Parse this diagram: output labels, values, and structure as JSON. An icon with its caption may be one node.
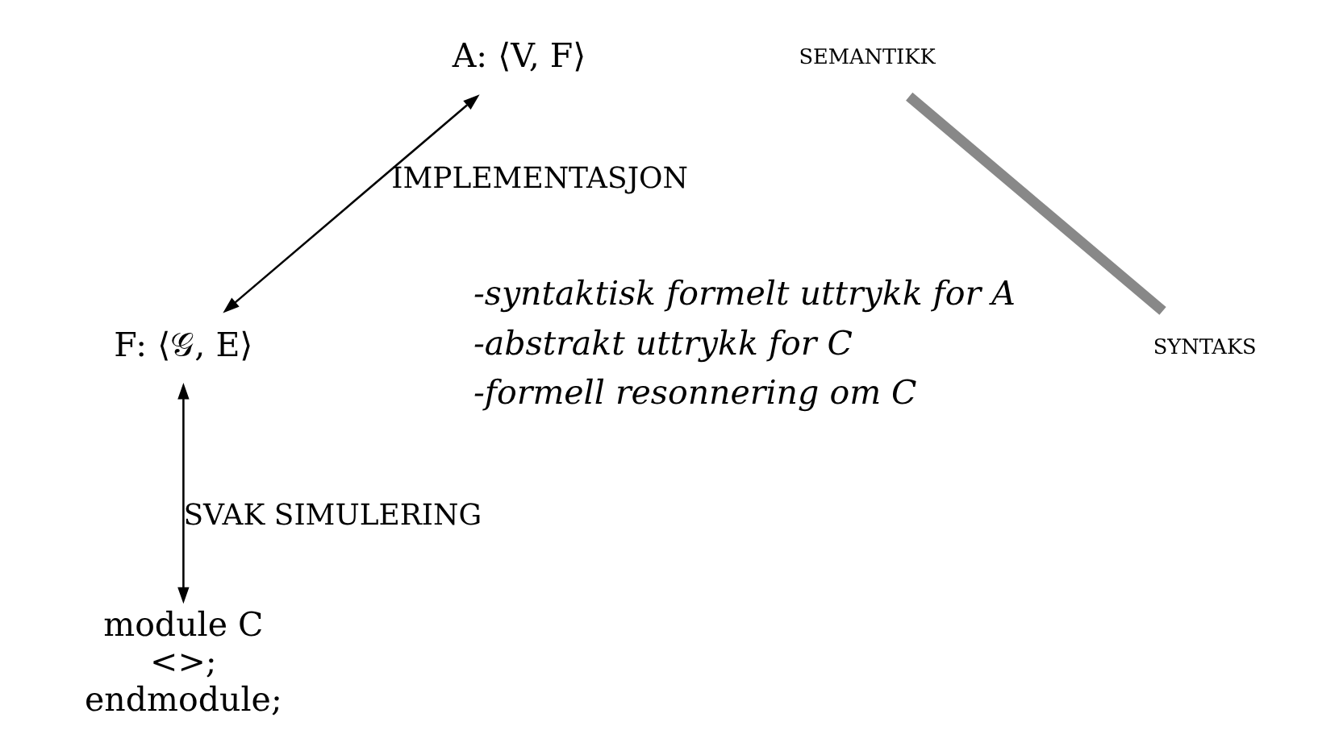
{
  "diagram": {
    "nodes": [
      {
        "text": [
          "A: ⟨V, F⟩"
        ]
      },
      {
        "text": [
          "F: ⟨𝒢, E⟩"
        ],
        "beside": [
          "-syntaktisk formelt uttrykk for A",
          "-abstrakt uttrykk for C",
          "-formell resonnering om C"
        ]
      },
      {
        "text": [
          "module C",
          "<>;",
          "endmodule;"
        ]
      }
    ],
    "edges": [
      {
        "from": 0,
        "to": 1,
        "arrow": "both",
        "label": "IMPLEMENTASJON"
      },
      {
        "from": 1,
        "to": 2,
        "arrow": "both",
        "label": "SVAK SIMULERING"
      }
    ],
    "labels": [
      "SEMANTIKK",
      "SYNTAKS"
    ]
  }
}
